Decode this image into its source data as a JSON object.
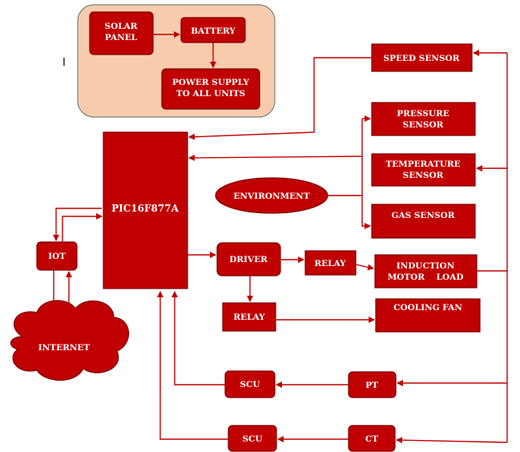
{
  "diagram": {
    "labels": {
      "solar_panel": [
        "SOLAR",
        "PANEL"
      ],
      "battery": "BATTERY",
      "power_supply": [
        "POWER SUPPLY",
        "TO ALL UNITS"
      ],
      "speed_sensor": "SPEED SENSOR",
      "pressure_sensor": [
        "PRESSURE",
        "SENSOR"
      ],
      "temperature_sensor": [
        "TEMPERATURE",
        "SENSOR"
      ],
      "gas_sensor": "GAS SENSOR",
      "environment": "ENVIRONMENT",
      "mcu": "PIC16F877A",
      "iot": "IOT",
      "internet": "INTERNET",
      "driver": "DRIVER",
      "relay_1": "RELAY",
      "relay_2": "RELAY",
      "motor_load": [
        "INDUCTION",
        "MOTOR    LOAD"
      ],
      "cooling_fan": "COOLING FAN",
      "scu_1": "SCU",
      "scu_2": "SCU",
      "pt": "PT",
      "ct": "CT",
      "cursor_mark": "I"
    },
    "colors": {
      "block": "#c00000",
      "block_border": "#7a0000",
      "connector": "#c00000",
      "power_group_fill": "#f8cbad",
      "label_text": "#ffffff"
    }
  }
}
